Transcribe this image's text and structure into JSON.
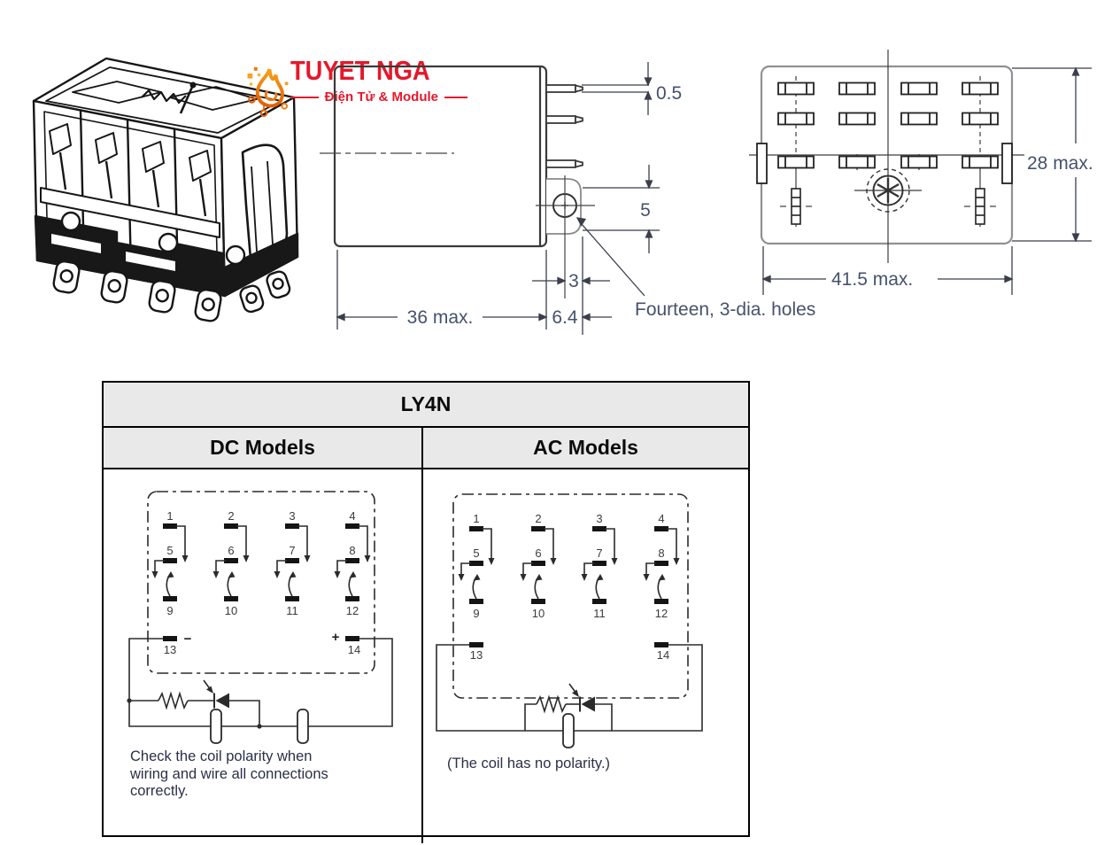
{
  "logo": {
    "brand": "TUYET NGA",
    "tagline": "Điện Tử & Module",
    "accent_red": "#e5182b",
    "flame_orange": "#ee7a10",
    "flame_amber": "#f6a21c"
  },
  "dims": {
    "pin_thickness": "0.5",
    "pin_pitch": "5",
    "hole_offset": "3",
    "flange_depth": "6.4",
    "body_width": "36 max.",
    "holes_note": "Fourteen, 3-dia. holes",
    "socket_width": "41.5 max.",
    "socket_height": "28 max.",
    "dim_text_color": "#46516b"
  },
  "table": {
    "title": "LY4N",
    "dc_header": "DC Models",
    "ac_header": "AC Models",
    "dc_caption_lines": [
      "Check the coil polarity when",
      "wiring and wire all connections",
      "correctly."
    ],
    "ac_caption": "(The coil has no polarity.)",
    "header_bg": "#e9e9e9"
  },
  "sch": {
    "row1": [
      "1",
      "2",
      "3",
      "4"
    ],
    "row2": [
      "5",
      "6",
      "7",
      "8"
    ],
    "row3": [
      "9",
      "10",
      "11",
      "12"
    ],
    "coil": [
      "13",
      "14"
    ],
    "minus": "−",
    "plus": "+"
  }
}
